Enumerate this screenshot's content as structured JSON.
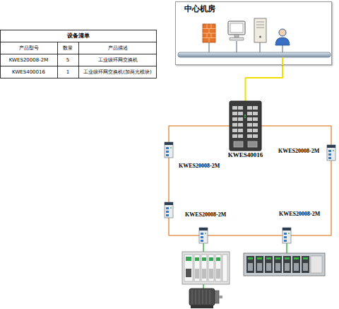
{
  "diagram": {
    "nodes": [
      {
        "text": [
          "中心机房"
        ]
      },
      {
        "text": [
          "KWES40016"
        ]
      },
      {
        "text": [
          "KWES20008-2M"
        ]
      },
      {
        "text": [
          "KWES20008-2M"
        ]
      },
      {
        "text": [
          "KWES20008-2M"
        ]
      },
      {
        "text": [
          "KWES20008-2M"
        ]
      }
    ],
    "edges": [
      {
        "from": 0,
        "to": 1,
        "arrow": "none"
      },
      {
        "from": 1,
        "to": 3,
        "arrow": "none"
      },
      {
        "from": 3,
        "to": 5,
        "arrow": "none"
      },
      {
        "from": 5,
        "to": 4,
        "arrow": "none"
      },
      {
        "from": 4,
        "to": 2,
        "arrow": "none"
      },
      {
        "from": 2,
        "to": 1,
        "arrow": "none"
      }
    ],
    "labels": [
      "设备清单",
      "产品型号",
      "数量",
      "产品描述",
      "KWES20008-2M",
      "5",
      "工业级环网交换机",
      "KWES400016",
      "1",
      "工业级环网交换机(加两光模块)"
    ]
  }
}
